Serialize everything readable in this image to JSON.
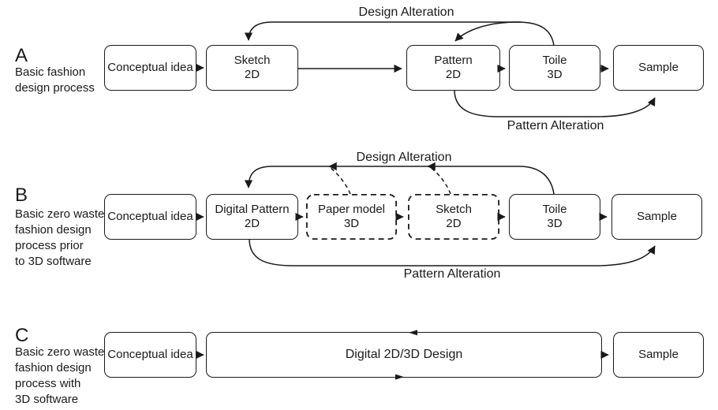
{
  "colors": {
    "ink": "#1a1a1a",
    "background": "#ffffff"
  },
  "sections": [
    {
      "letter": "A",
      "description_lines": [
        "Basic fashion",
        "design process"
      ],
      "design_alteration_label": "Design Alteration",
      "pattern_alteration_label": "Pattern Alteration",
      "boxes": [
        {
          "label": "Conceptual idea",
          "style": "solid"
        },
        {
          "label": "Sketch",
          "sublabel": "2D",
          "style": "solid"
        },
        {
          "label": "Pattern",
          "sublabel": "2D",
          "style": "solid"
        },
        {
          "label": "Toile",
          "sublabel": "3D",
          "style": "solid"
        },
        {
          "label": "Sample",
          "style": "solid"
        }
      ]
    },
    {
      "letter": "B",
      "description_lines": [
        "Basic zero waste",
        "fashion design",
        "process prior",
        "to 3D software"
      ],
      "design_alteration_label": "Design Alteration",
      "pattern_alteration_label": "Pattern Alteration",
      "boxes": [
        {
          "label": "Conceptual idea",
          "style": "solid"
        },
        {
          "label": "Digital Pattern",
          "sublabel": "2D",
          "style": "solid"
        },
        {
          "label": "Paper model",
          "sublabel": "3D",
          "style": "dashed"
        },
        {
          "label": "Sketch",
          "sublabel": "2D",
          "style": "dashed"
        },
        {
          "label": "Toile",
          "sublabel": "3D",
          "style": "solid"
        },
        {
          "label": "Sample",
          "style": "solid"
        }
      ]
    },
    {
      "letter": "C",
      "description_lines": [
        "Basic zero waste",
        "fashion design",
        "process with",
        "3D software"
      ],
      "boxes": [
        {
          "label": "Conceptual idea",
          "style": "solid"
        },
        {
          "label": "Digital 2D/3D Design",
          "style": "solid"
        },
        {
          "label": "Sample",
          "style": "solid"
        }
      ]
    }
  ]
}
